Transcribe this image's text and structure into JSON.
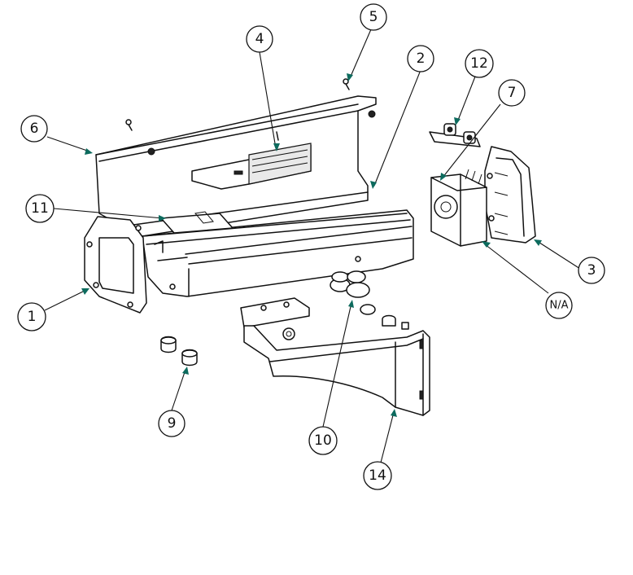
{
  "callouts": [
    {
      "label": "1"
    },
    {
      "label": "2"
    },
    {
      "label": "3"
    },
    {
      "label": "4"
    },
    {
      "label": "5"
    },
    {
      "label": "6"
    },
    {
      "label": "7"
    },
    {
      "label": "N/A"
    },
    {
      "label": "9"
    },
    {
      "label": "10"
    },
    {
      "label": "11"
    },
    {
      "label": "12"
    },
    {
      "label": "14"
    }
  ],
  "colors": {
    "leader_arrow": "#0d6b5e",
    "ink": "#111111"
  }
}
